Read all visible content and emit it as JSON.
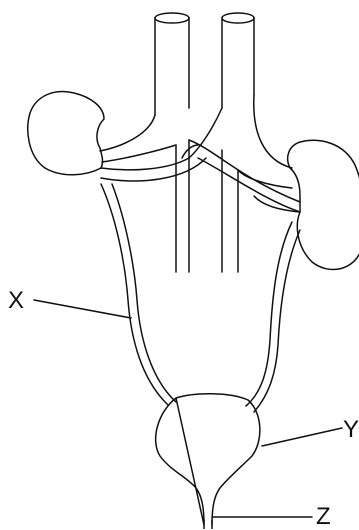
{
  "labels": {
    "x": "X",
    "y": "Y",
    "z": "Z"
  },
  "colors": {
    "stroke": "#111111",
    "background": "#ffffff"
  }
}
